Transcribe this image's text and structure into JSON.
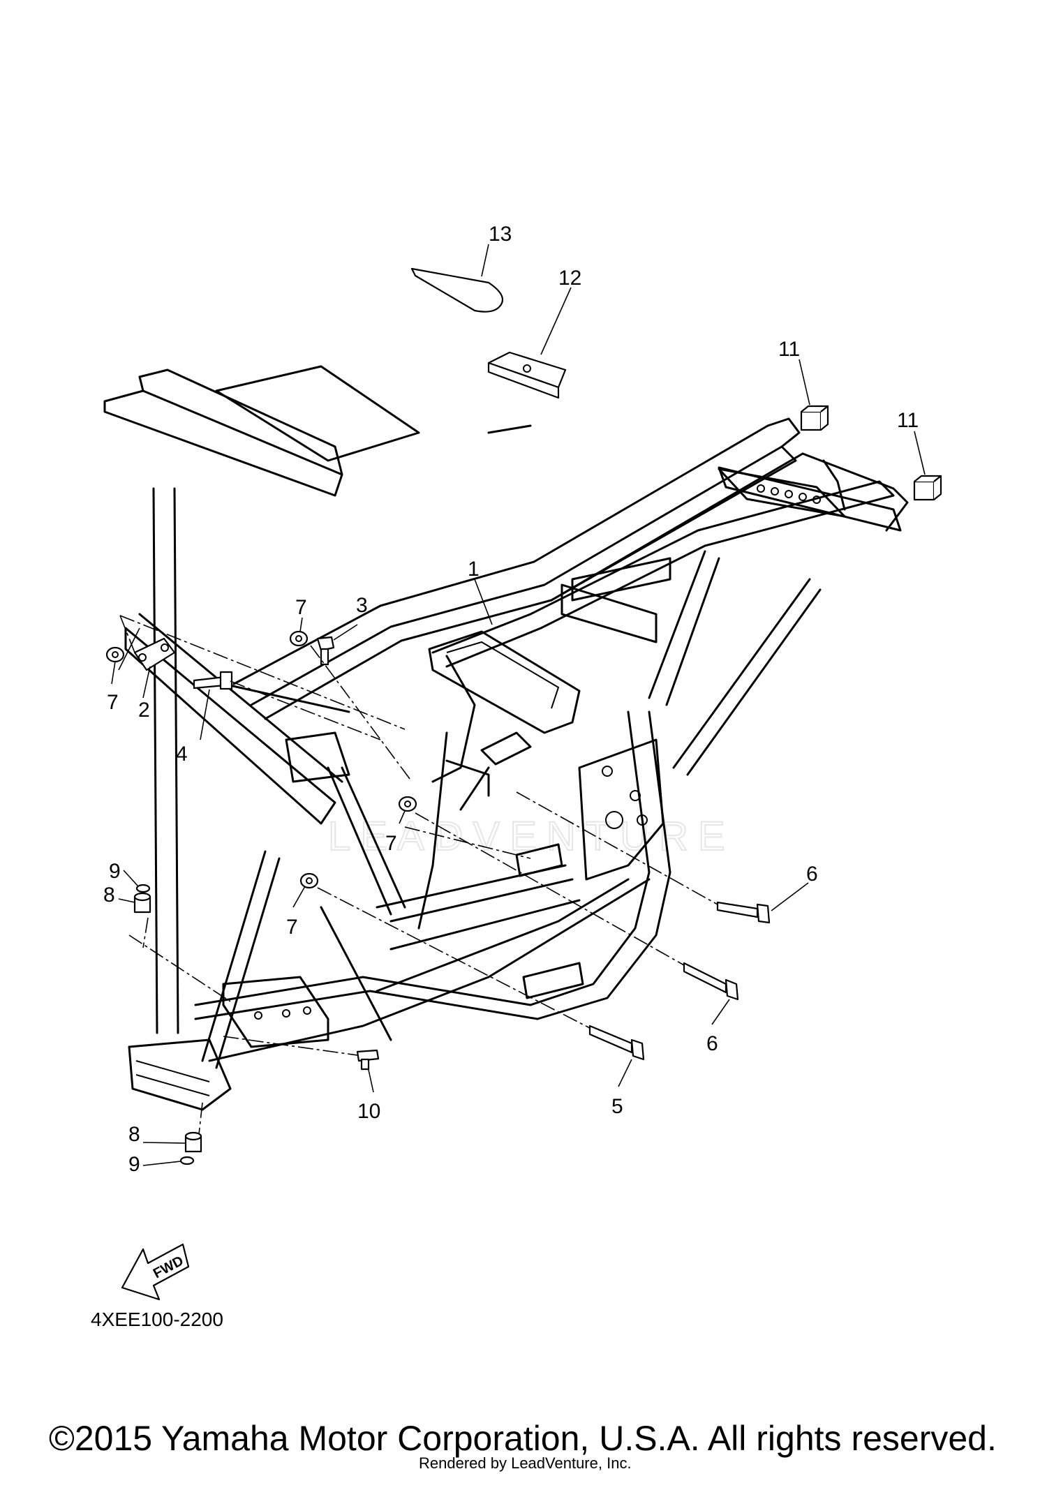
{
  "diagram": {
    "callouts": [
      {
        "id": "c13",
        "label": "13"
      },
      {
        "id": "c12",
        "label": "12"
      },
      {
        "id": "c11a",
        "label": "11"
      },
      {
        "id": "c11b",
        "label": "11"
      },
      {
        "id": "c1",
        "label": "1"
      },
      {
        "id": "c7a",
        "label": "7"
      },
      {
        "id": "c3",
        "label": "3"
      },
      {
        "id": "c7b",
        "label": "7"
      },
      {
        "id": "c2",
        "label": "2"
      },
      {
        "id": "c4",
        "label": "4"
      },
      {
        "id": "c7c",
        "label": "7"
      },
      {
        "id": "c6a",
        "label": "6"
      },
      {
        "id": "c9a",
        "label": "9"
      },
      {
        "id": "c8a",
        "label": "8"
      },
      {
        "id": "c7d",
        "label": "7"
      },
      {
        "id": "c6b",
        "label": "6"
      },
      {
        "id": "c10",
        "label": "10"
      },
      {
        "id": "c5",
        "label": "5"
      },
      {
        "id": "c8b",
        "label": "8"
      },
      {
        "id": "c9b",
        "label": "9"
      }
    ],
    "fwd_label": "FWD",
    "diagram_code": "4XEE100-2200",
    "watermark": "LEADVENTURE"
  },
  "footer": {
    "copyright": "©2015 Yamaha Motor Corporation, U.S.A. All rights reserved.",
    "rendered_by": "Rendered by LeadVenture, Inc."
  }
}
